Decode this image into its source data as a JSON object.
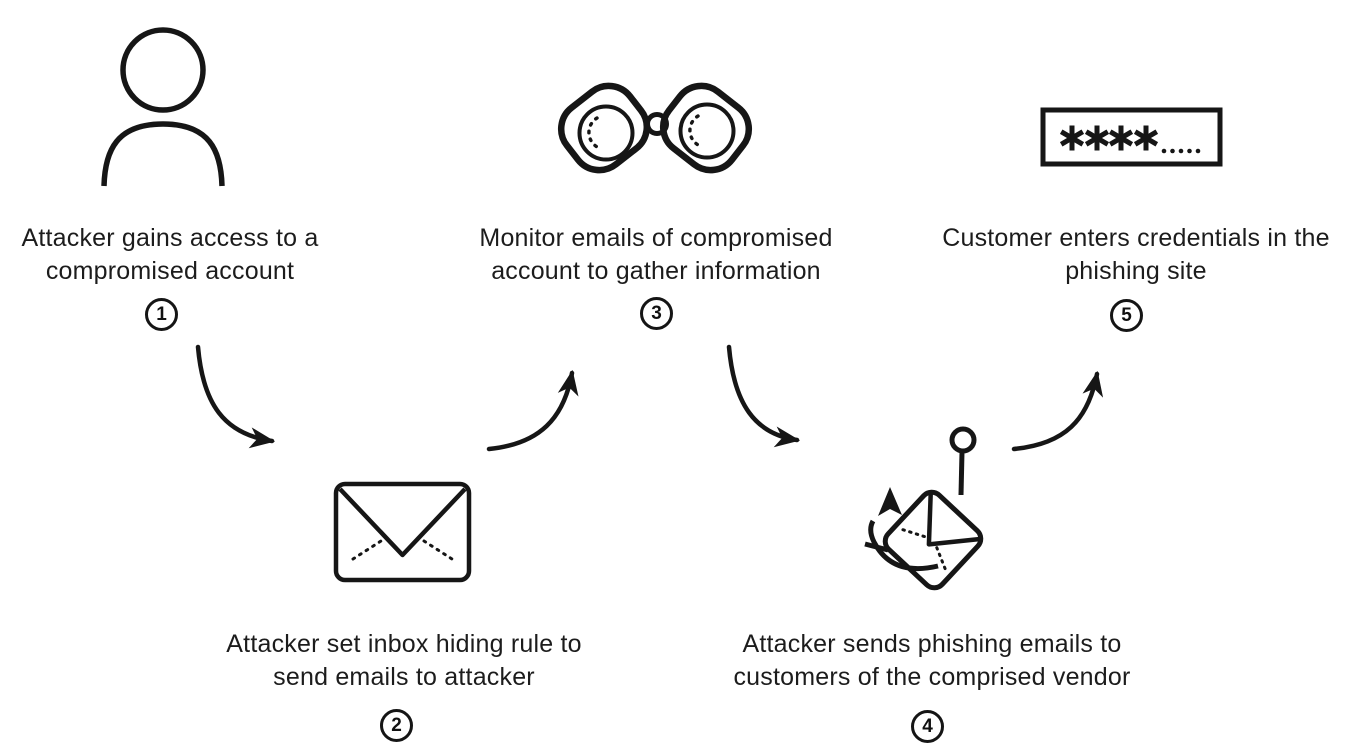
{
  "diagram": {
    "type": "flow",
    "background_color": "#ffffff",
    "ink_color": "#161616",
    "steps": [
      {
        "number": "1",
        "icon": "person-icon",
        "caption": [
          "Attacker gains access to a",
          "compromised account"
        ]
      },
      {
        "number": "2",
        "icon": "envelope-icon",
        "caption": [
          "Attacker set inbox hiding rule to",
          "send emails to attacker"
        ]
      },
      {
        "number": "3",
        "icon": "binoculars-icon",
        "caption": [
          "Monitor emails of compromised",
          "account to gather information"
        ]
      },
      {
        "number": "4",
        "icon": "hooked-envelope-icon",
        "caption": [
          "Attacker sends phishing emails to",
          "customers of the comprised vendor"
        ]
      },
      {
        "number": "5",
        "icon": "password-field-icon",
        "caption": [
          "Customer enters credentials in the",
          "phishing site"
        ]
      }
    ],
    "password_field": {
      "asterisks": "****",
      "dots": "....."
    },
    "arrows": [
      {
        "from": "1",
        "to": "2"
      },
      {
        "from": "2",
        "to": "3"
      },
      {
        "from": "3",
        "to": "4"
      },
      {
        "from": "4",
        "to": "5"
      }
    ]
  }
}
